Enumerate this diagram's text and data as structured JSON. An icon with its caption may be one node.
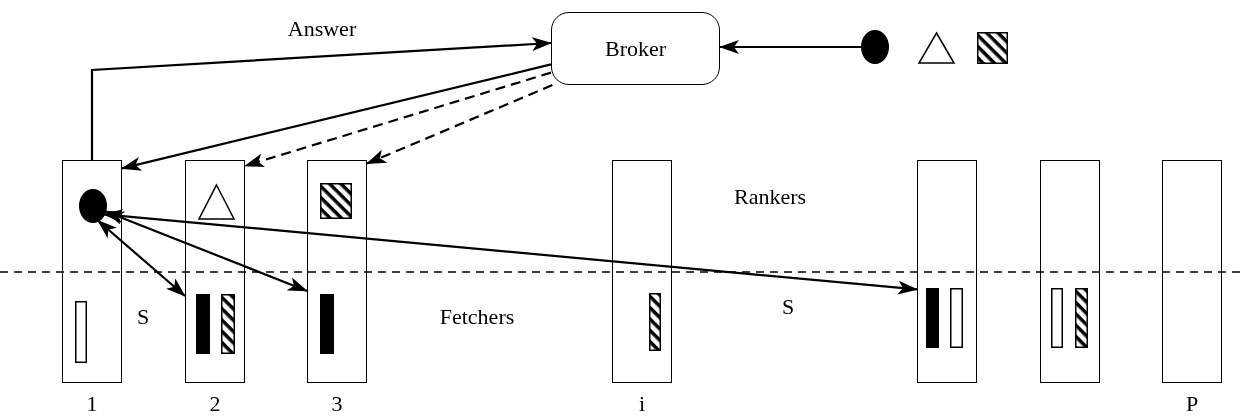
{
  "diagram": {
    "nodes": [
      {
        "text": [
          "Broker"
        ]
      },
      {
        "text": [],
        "shape": "circle"
      },
      {
        "text": [],
        "shape": "triangle"
      },
      {
        "text": [],
        "shape": "box"
      },
      {
        "text": [],
        "shape": "box",
        "beside": [
          "1"
        ]
      },
      {
        "text": [],
        "shape": "circle",
        "in": 4
      },
      {
        "text": [],
        "shape": "bar",
        "in": 4
      },
      {
        "text": [],
        "shape": "box",
        "beside": [
          "2"
        ]
      },
      {
        "text": [],
        "shape": "triangle",
        "in": 7
      },
      {
        "text": [],
        "shape": "bar",
        "in": 7
      },
      {
        "text": [],
        "shape": "bar",
        "in": 7
      },
      {
        "text": [],
        "shape": "box",
        "beside": [
          "3"
        ]
      },
      {
        "text": [],
        "shape": "box",
        "in": 11
      },
      {
        "text": [],
        "shape": "bar",
        "in": 11
      },
      {
        "text": [],
        "shape": "box",
        "beside": [
          "i"
        ]
      },
      {
        "text": [],
        "shape": "bar",
        "in": 14
      },
      {
        "text": [],
        "shape": "box"
      },
      {
        "text": [],
        "shape": "bar",
        "in": 16
      },
      {
        "text": [],
        "shape": "bar",
        "in": 16
      },
      {
        "text": [],
        "shape": "box"
      },
      {
        "text": [],
        "shape": "bar",
        "in": 19
      },
      {
        "text": [],
        "shape": "bar",
        "in": 19
      },
      {
        "text": [],
        "shape": "box",
        "beside": [
          "P"
        ]
      }
    ],
    "edges": [
      {
        "from": 4,
        "to": 0,
        "arrow": "to",
        "label": "Answer"
      },
      {
        "from": 0,
        "to": 4,
        "arrow": "to"
      },
      {
        "from": 0,
        "to": 7,
        "arrow": "to",
        "style": "dashed"
      },
      {
        "from": 0,
        "to": 11,
        "arrow": "to",
        "style": "dashed"
      },
      {
        "from": 1,
        "to": 0,
        "arrow": "to"
      },
      {
        "from": 5,
        "to": 7,
        "arrow": "both",
        "label": "S"
      },
      {
        "from": 5,
        "to": 11,
        "arrow": "both"
      },
      {
        "from": 5,
        "to": 16,
        "arrow": "both",
        "label": "S"
      }
    ],
    "labels": [
      "Rankers",
      "Fetchers"
    ]
  }
}
